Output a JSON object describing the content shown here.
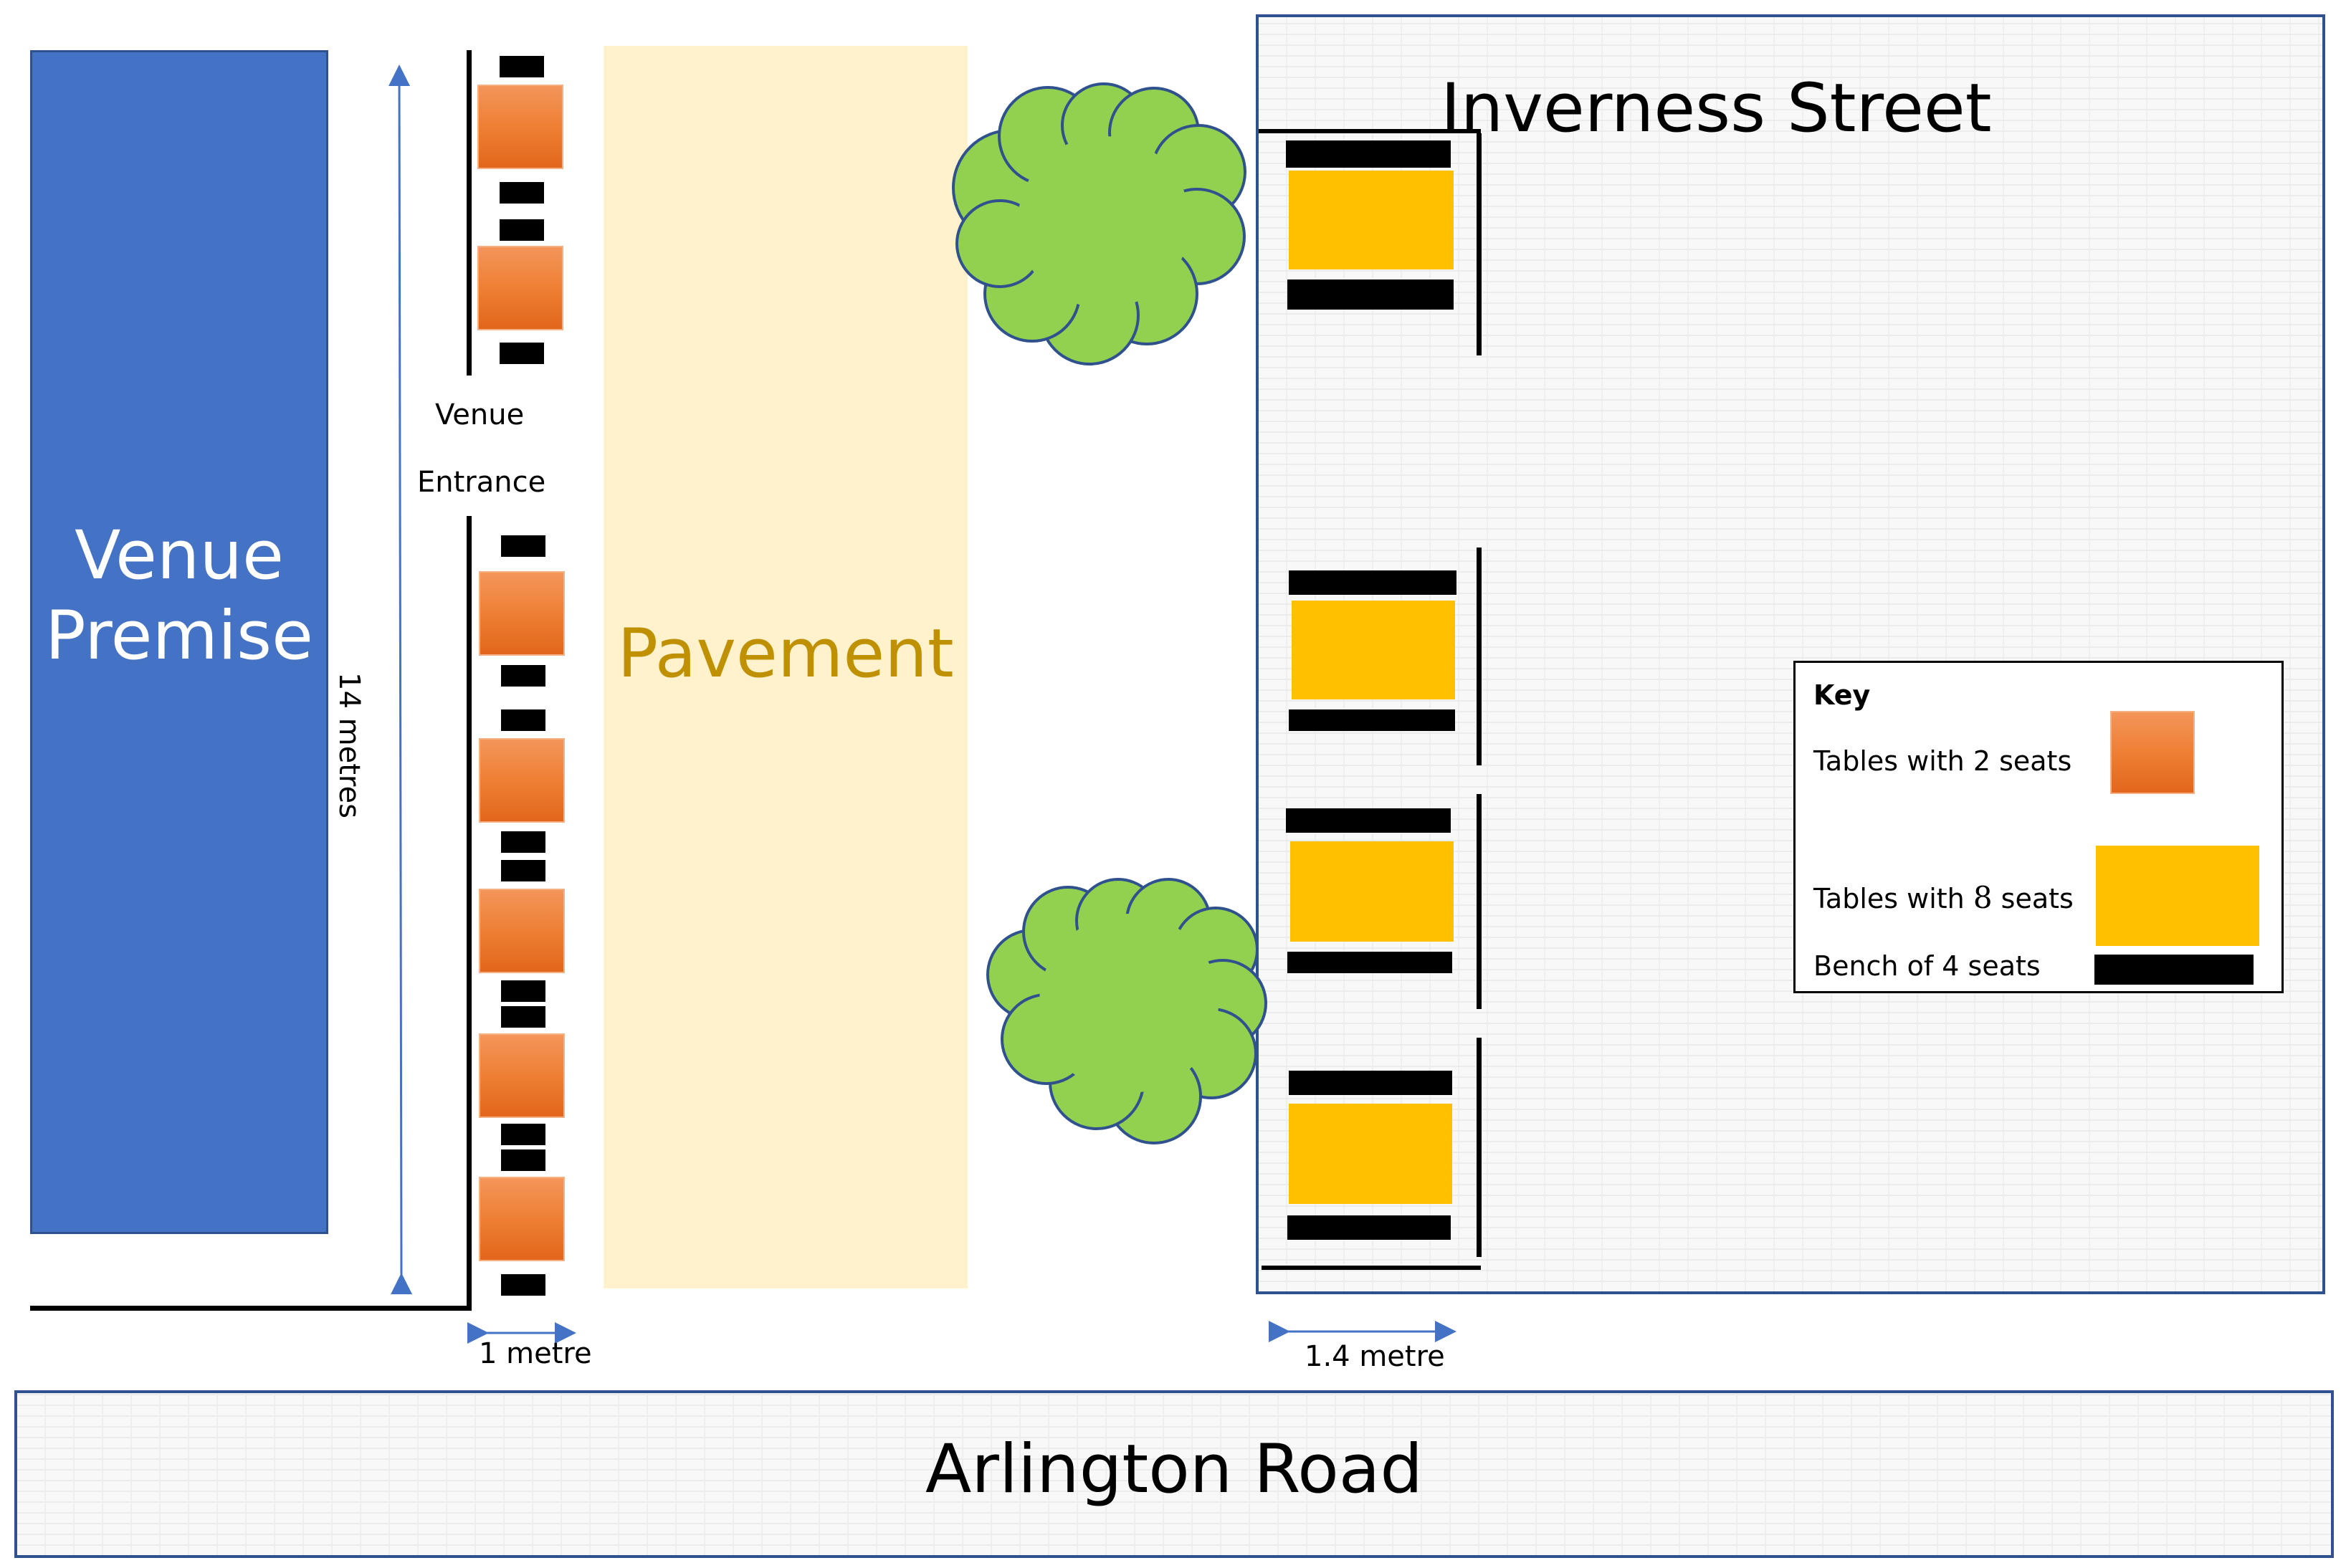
{
  "labels": {
    "venue_premise_line1": "Venue",
    "venue_premise_line2": "Premise",
    "pavement": "Pavement",
    "inverness_street": "Inverness Street",
    "arlington_road": "Arlington Road",
    "venue_entrance_line1": "Venue",
    "venue_entrance_line2": "Entrance",
    "dimension_length": "14  metres",
    "dimension_one_metre": "1 metre",
    "dimension_1_4_metre": "1.4 metre"
  },
  "key": {
    "title": "Key",
    "tables_2_seats": "Tables with 2 seats",
    "tables_8_seats_prefix": "Tables with ",
    "tables_8_seats_number": "8",
    "tables_8_seats_suffix": " seats",
    "bench_4_seats": "Bench of 4 seats"
  },
  "colors": {
    "venue_blue": "#4472c4",
    "pavement_cream": "#fff2cc",
    "pavement_text": "#bf9000",
    "table_2_orange": "#ed7d31",
    "table_8_yellow": "#ffc000",
    "bench_black": "#000000",
    "tree_green": "#92d050",
    "outline_blue": "#2f528f"
  },
  "layout_counts": {
    "tables_2_seats_shown": 7,
    "tables_8_seats_shown": 4,
    "trees_shown": 2
  }
}
